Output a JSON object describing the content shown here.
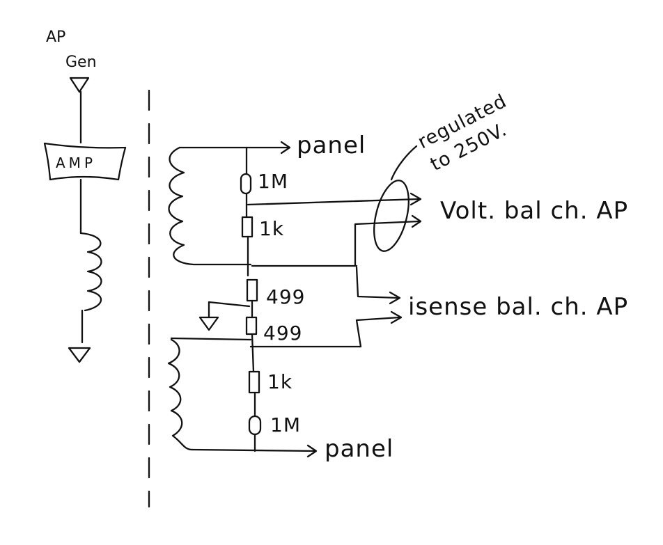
{
  "source": {
    "ap": "AP",
    "gen": "Gen",
    "amp": "AMP"
  },
  "divider": {
    "top": {
      "resistor_1m": "1M",
      "resistor_1k": "1k",
      "panel": "panel"
    },
    "middle": {
      "resistor_499_top": "499",
      "resistor_499_bottom": "499"
    },
    "bottom": {
      "resistor_1k": "1k",
      "resistor_1m": "1M",
      "panel": "panel"
    }
  },
  "outputs": {
    "volt": "Volt. bal ch. AP",
    "isense": "isense bal. ch. AP"
  },
  "note": {
    "line1": "regulated",
    "line2": "to 250V."
  }
}
